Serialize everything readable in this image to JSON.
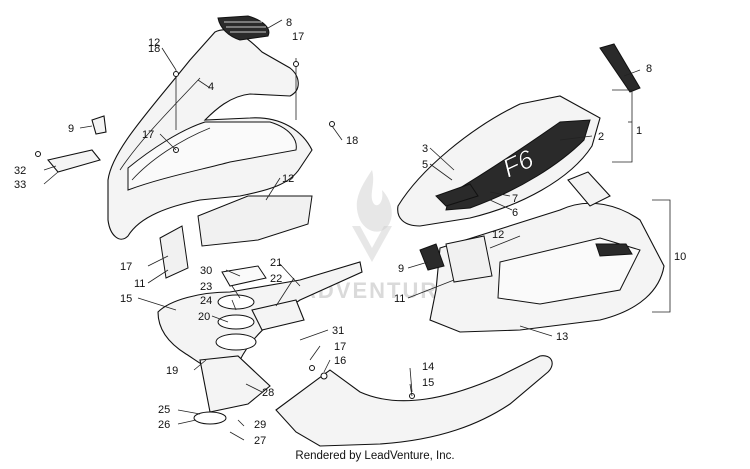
{
  "diagram": {
    "callouts": [
      "1",
      "2",
      "3",
      "4",
      "5",
      "6",
      "7",
      "8",
      "8",
      "9",
      "9",
      "10",
      "11",
      "11",
      "12",
      "12",
      "12",
      "13",
      "14",
      "15",
      "15",
      "16",
      "17",
      "17",
      "17",
      "17",
      "18",
      "18",
      "19",
      "20",
      "21",
      "22",
      "23",
      "24",
      "25",
      "26",
      "27",
      "28",
      "29",
      "30",
      "31",
      "32",
      "33"
    ]
  },
  "watermark": {
    "text": "ADVENTURE",
    "logo": "flame-logo"
  },
  "footer": {
    "text": "Rendered by LeadVenture, Inc."
  }
}
